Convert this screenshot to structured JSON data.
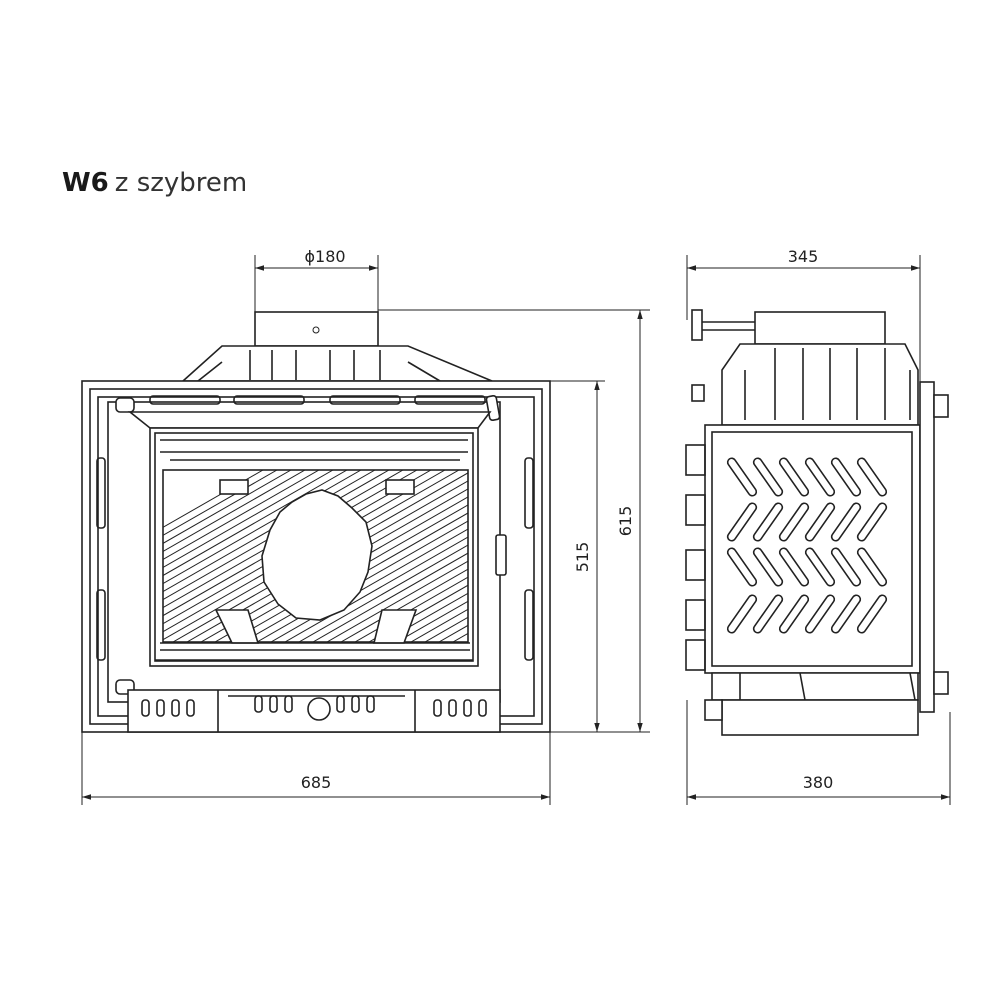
{
  "title": {
    "model": "W6",
    "subtitle": "z szybrem"
  },
  "front_view": {
    "dim_flue_diameter": "ϕ180",
    "dim_width": "685",
    "dim_front_height": "515",
    "dim_total_height": "615"
  },
  "side_view": {
    "dim_top_depth": "345",
    "dim_bottom_depth": "380"
  }
}
